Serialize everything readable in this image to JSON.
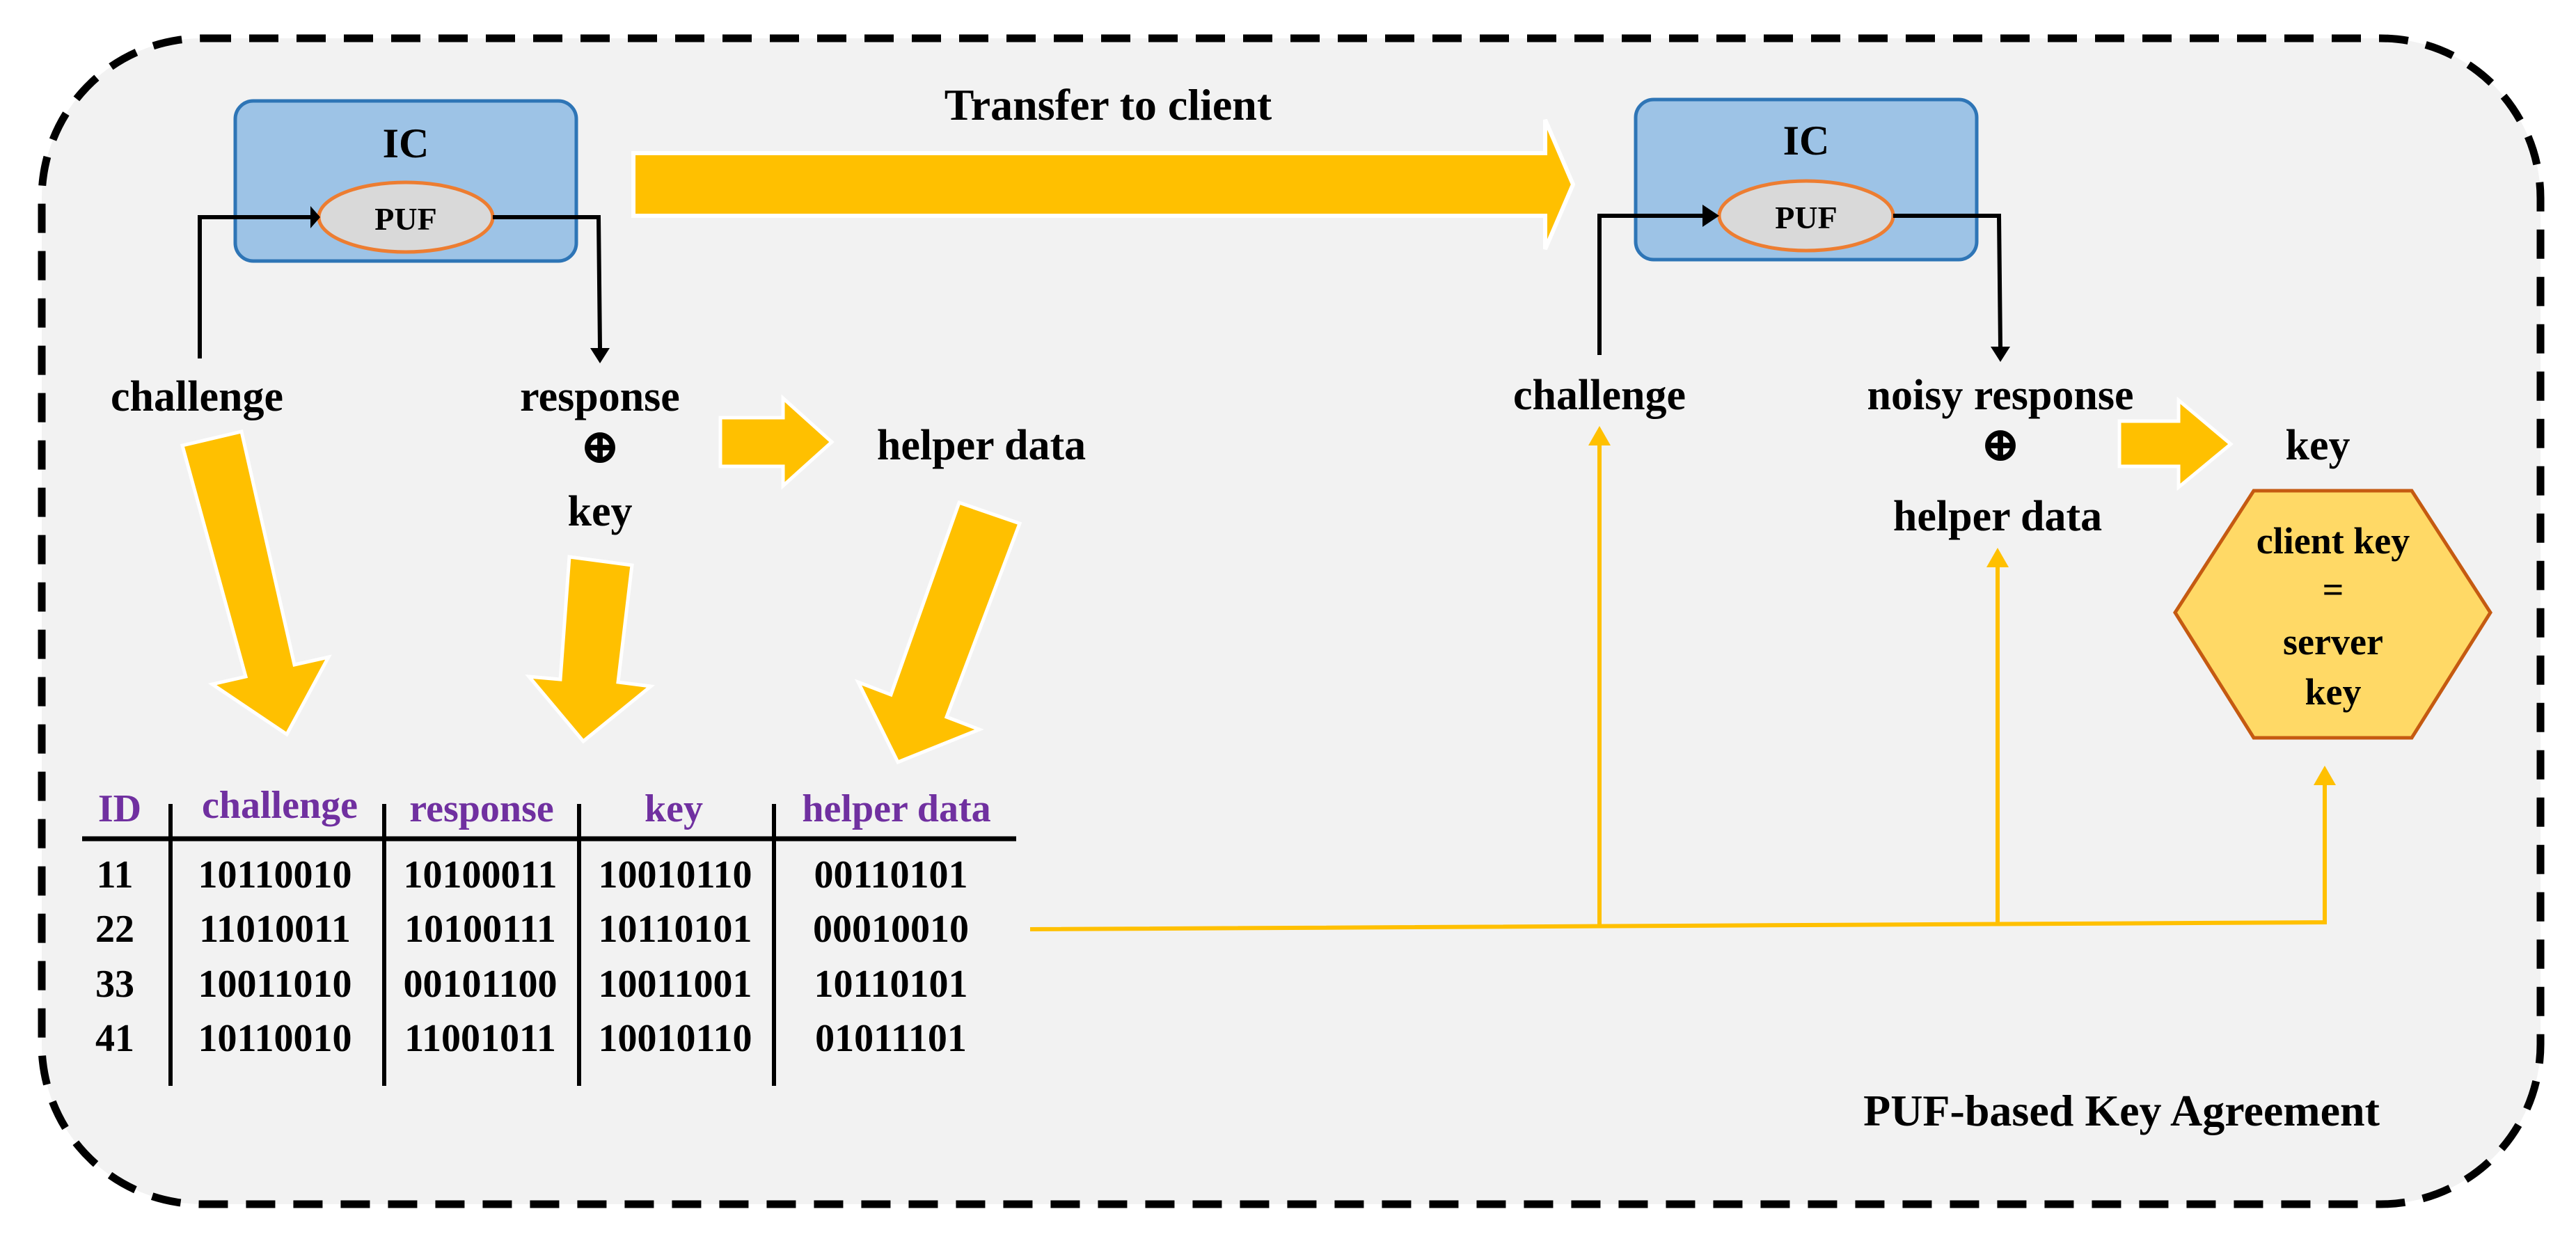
{
  "title": "PUF-based Key Agreement",
  "transfer_label": "Transfer to client",
  "xor_symbol": "⊕",
  "server": {
    "ic_label": "IC",
    "puf_label": "PUF",
    "challenge_label": "challenge",
    "response_label": "response",
    "key_label": "key",
    "helper_label": "helper data"
  },
  "client": {
    "ic_label": "IC",
    "puf_label": "PUF",
    "challenge_label": "challenge",
    "noisy_response_label": "noisy response",
    "helper_label": "helper data",
    "key_label": "key",
    "hexagon_lines": [
      "client key",
      "=",
      "server",
      "key"
    ]
  },
  "table": {
    "headers": [
      "ID",
      "challenge",
      "response",
      "key",
      "helper data"
    ],
    "rows": [
      [
        "11",
        "10110010",
        "10100011",
        "10010110",
        "00110101"
      ],
      [
        "22",
        "11010011",
        "10100111",
        "10110101",
        "00010010"
      ],
      [
        "33",
        "10011010",
        "00101100",
        "10011001",
        "10110101"
      ],
      [
        "41",
        "10110010",
        "11001011",
        "10010110",
        "01011101"
      ]
    ]
  },
  "colors": {
    "panel_bg": "#f2f2f2",
    "ic_fill": "#9dc3e6",
    "ic_stroke": "#2e75b6",
    "puf_fill": "#d9d9d9",
    "puf_stroke": "#ed7d31",
    "arrow": "#ffc000",
    "hex_fill": "#ffd966",
    "hex_stroke": "#c55a11",
    "header_text": "#7030a0"
  }
}
